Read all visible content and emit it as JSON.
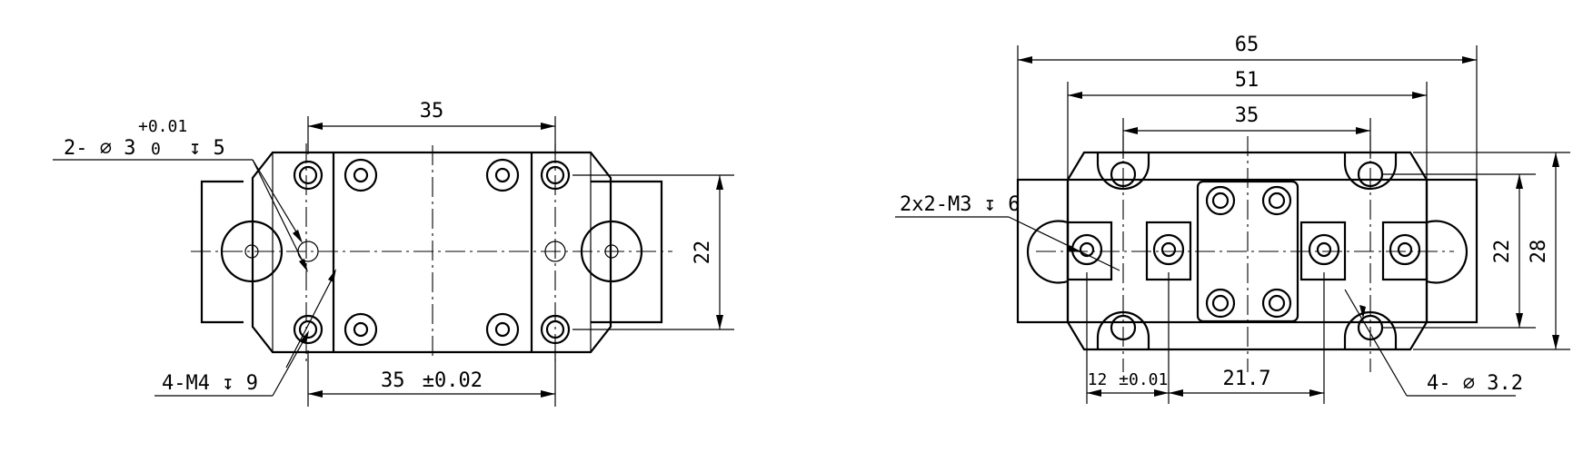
{
  "drawing": {
    "left_view": {
      "dim_top": "35",
      "dim_bottom": "35",
      "dim_bottom_tol": "±0.02",
      "dim_right": "22",
      "callout_holes_prefix": "2-",
      "callout_holes_dia": "3",
      "callout_holes_tol_upper": "+0.01",
      "callout_holes_tol_lower": "0",
      "callout_holes_depth": "5",
      "callout_threads": "4-M4",
      "callout_threads_depth": "9"
    },
    "right_view": {
      "dim_overall": "65",
      "dim_mid": "51",
      "dim_inner": "35",
      "dim_height_inner": "22",
      "dim_height_outer": "28",
      "dim_pitch": "12",
      "dim_pitch_tol": "±0.01",
      "dim_spacing": "21.7",
      "callout_threads": "2x2-M3",
      "callout_threads_depth": "6",
      "callout_holes_prefix": "4-",
      "callout_holes_dia": "3.2"
    },
    "symbols": {
      "diameter": "⌀",
      "depth": "↧"
    }
  }
}
